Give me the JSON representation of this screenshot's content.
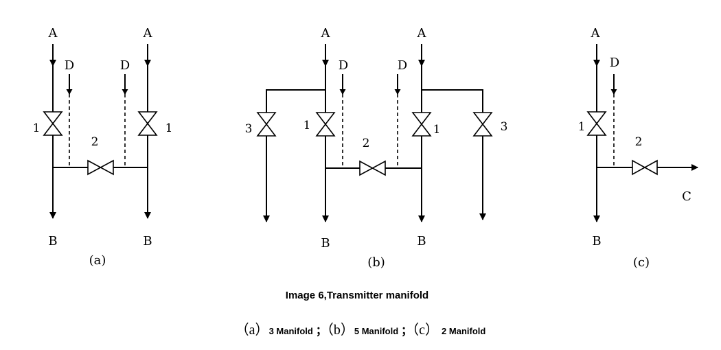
{
  "labels": {
    "input": "A",
    "drain": "D",
    "output": "B",
    "discharge": "C",
    "valve_1": "1",
    "valve_2": "2",
    "valve_3": "3"
  },
  "subfigures": {
    "a": "(a)",
    "b": "(b)",
    "c": "(c)"
  },
  "title": "Image 6,Transmitter manifold",
  "caption": {
    "a_paren": "（a）",
    "a_text": "3 Manifold",
    "sep1": "；",
    "b_paren": "（b）",
    "b_text": "5 Manifold",
    "sep2": "；",
    "c_paren": "（c）",
    "c_text": "2 Manifold"
  },
  "colors": {
    "line": "#000000",
    "background": "#ffffff"
  }
}
